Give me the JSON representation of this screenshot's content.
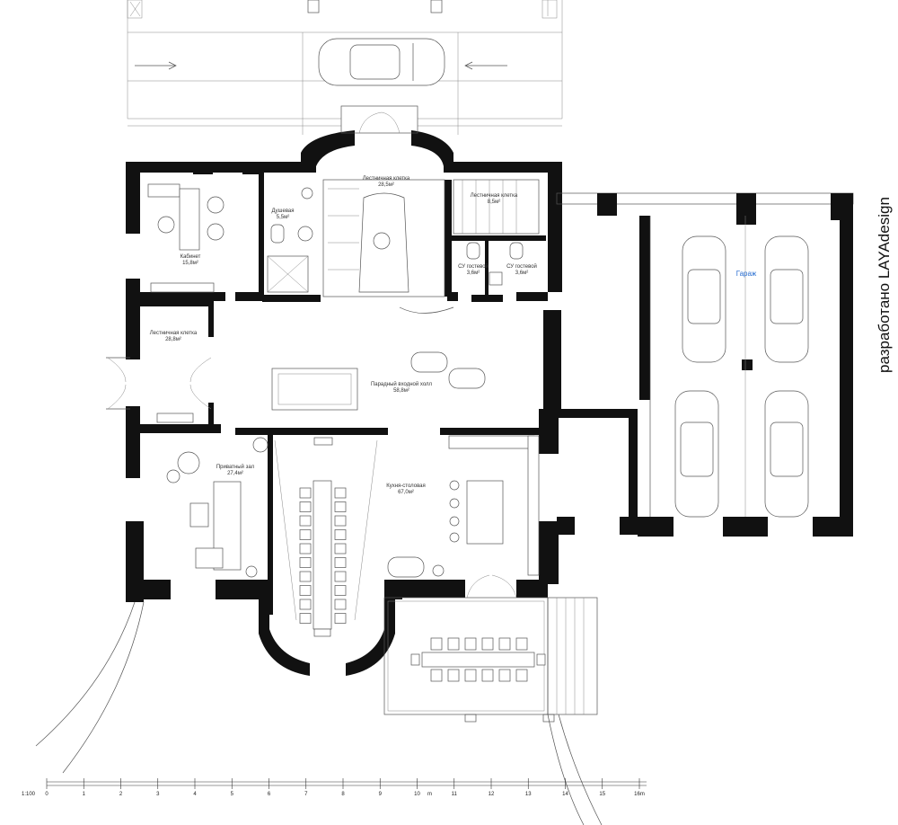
{
  "credit": "разработано LAYAdesign",
  "rooms": {
    "stair_main": {
      "name": "Лестничная клетка",
      "area": "28,5м²"
    },
    "stair_right": {
      "name": "Лестничная клетка",
      "area": "8,5м²"
    },
    "shower": {
      "name": "Душевая",
      "area": "5,5м²"
    },
    "study": {
      "name": "Кабинет",
      "area": "15,8м²"
    },
    "wc1": {
      "name": "СУ гостевой",
      "area": "3,6м²"
    },
    "wc2": {
      "name": "СУ гостевой",
      "area": "3,6м²"
    },
    "stair_left": {
      "name": "Лестничная клетка",
      "area": "28,8м²"
    },
    "hall": {
      "name": "Парадный входной холл",
      "area": "58,8м²"
    },
    "private": {
      "name": "Приватный зал",
      "area": "27,4м²"
    },
    "kitchen": {
      "name": "Кухня-столовая",
      "area": "67,0м²"
    },
    "garage": {
      "name": "Гараж"
    }
  },
  "scale": {
    "ratio": "1:100",
    "ticks": [
      "0",
      "1",
      "2",
      "3",
      "4",
      "5",
      "6",
      "7",
      "8",
      "9",
      "10",
      "m",
      "11",
      "12",
      "13",
      "14",
      "15",
      "16m"
    ]
  },
  "colors": {
    "wall": "#111111",
    "line": "#555555",
    "accent": "#2a6fd1"
  }
}
